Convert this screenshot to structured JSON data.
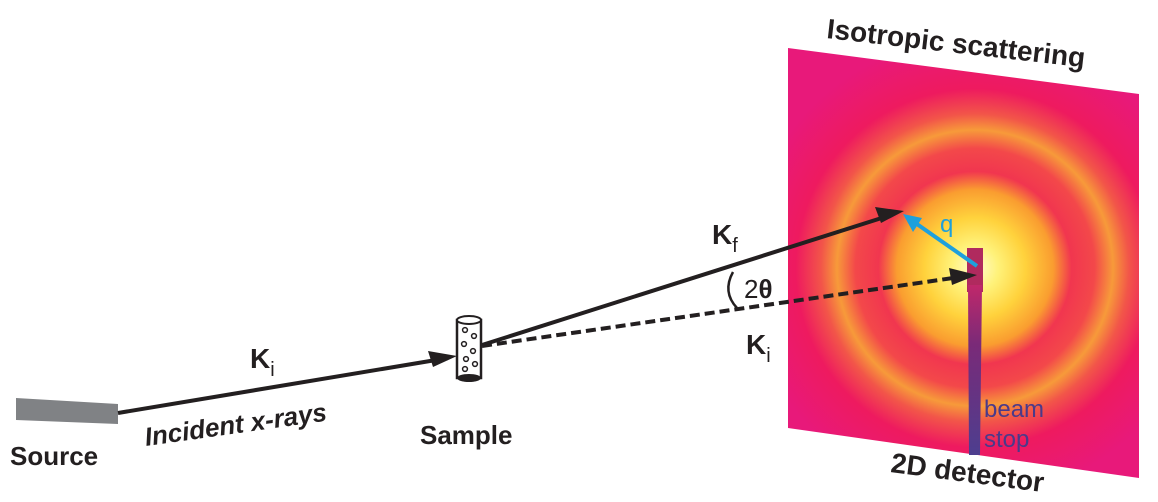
{
  "labels": {
    "source": "Source",
    "incident": "Incident x-rays",
    "sample": "Sample",
    "ki_incoming": {
      "main": "K",
      "sub": "i"
    },
    "ki_straight": {
      "main": "K",
      "sub": "i"
    },
    "kf": {
      "main": "K",
      "sub": "f"
    },
    "two_theta": {
      "num": "2",
      "sym": "θ"
    },
    "q": "q",
    "beam_stop_line1": "beam",
    "beam_stop_line2": "stop",
    "detector_title": "Isotropic scattering",
    "detector_name": "2D detector"
  },
  "colors": {
    "ink": "#231f20",
    "q_arrow": "#1ea0dc",
    "detector_bg": "#ef1a6a",
    "ring_orange": "#f7a13a",
    "core_yellow": "#fff27a",
    "beam_stop": "#4a3a8a",
    "source_block": "#808285"
  }
}
